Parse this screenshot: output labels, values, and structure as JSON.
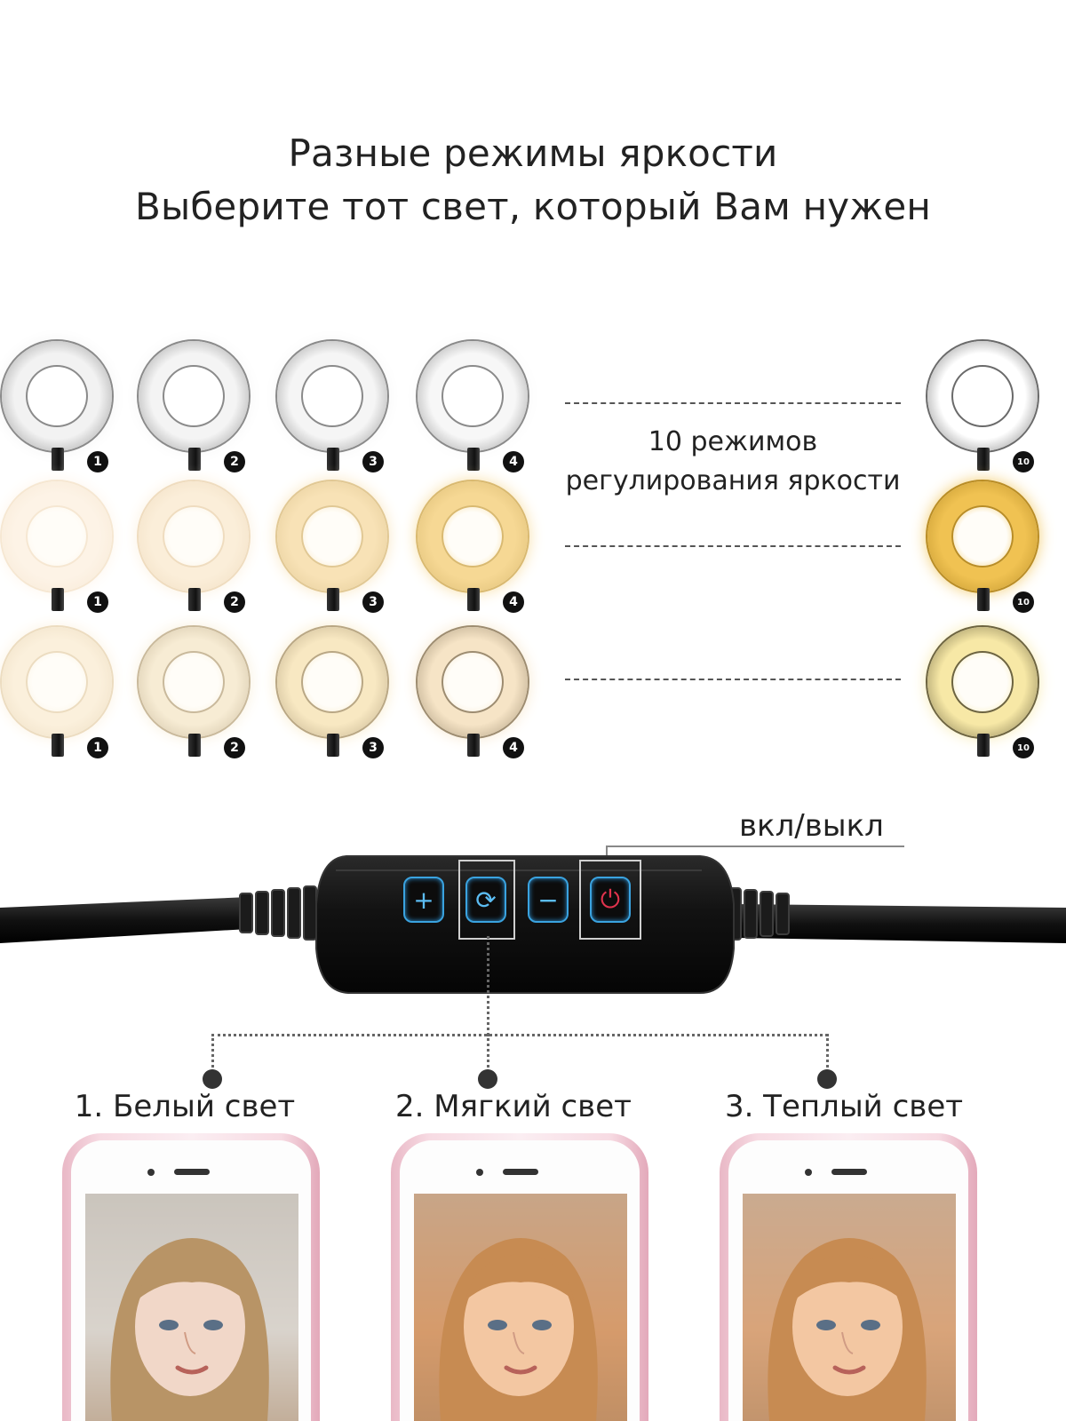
{
  "header": {
    "line1": "Разные режимы яркости",
    "line2": "Выберите тот свет, который Вам нужен"
  },
  "brightness_modes": {
    "text_line1": "10 режимов",
    "text_line2": "регулирования яркости",
    "rows": [
      {
        "name": "white",
        "rings": [
          {
            "label": "1",
            "color": "#f2f2f2",
            "edge": "#8a8a8a"
          },
          {
            "label": "2",
            "color": "#f4f4f4",
            "edge": "#8a8a8a"
          },
          {
            "label": "3",
            "color": "#f5f5f5",
            "edge": "#8a8a8a"
          },
          {
            "label": "4",
            "color": "#f7f7f7",
            "edge": "#8a8a8a"
          },
          {
            "label": "10",
            "color": "#ffffff",
            "edge": "#6a6a6a"
          }
        ]
      },
      {
        "name": "warm",
        "rings": [
          {
            "label": "1",
            "color": "#fdf3e6",
            "edge": "#f6e7d2"
          },
          {
            "label": "2",
            "color": "#fbeed9",
            "edge": "#efdcbf"
          },
          {
            "label": "3",
            "color": "#f8e2b6",
            "edge": "#e1c894"
          },
          {
            "label": "4",
            "color": "#f6d894",
            "edge": "#d9b970"
          },
          {
            "label": "10",
            "color": "#f0c252",
            "edge": "#b98d26"
          }
        ]
      },
      {
        "name": "soft",
        "rings": [
          {
            "label": "1",
            "color": "#fbf0dc",
            "edge": "#ecdcc0"
          },
          {
            "label": "2",
            "color": "#f7ecd4",
            "edge": "#c9b99b"
          },
          {
            "label": "3",
            "color": "#f8e8c2",
            "edge": "#b9a784"
          },
          {
            "label": "4",
            "color": "#f6e4c6",
            "edge": "#9d8c70"
          },
          {
            "label": "10",
            "color": "#f7e8a6",
            "edge": "#6d6440"
          }
        ]
      }
    ]
  },
  "controller": {
    "power_label": "вкл/выкл",
    "buttons": [
      {
        "name": "plus",
        "glyph": "+",
        "color": "#5bbcf2"
      },
      {
        "name": "mode-switch",
        "glyph": "⟳",
        "color": "#5bbcf2"
      },
      {
        "name": "minus",
        "glyph": "−",
        "color": "#5bbcf2"
      },
      {
        "name": "power",
        "glyph": "⏻",
        "color": "#e0334d"
      }
    ]
  },
  "light_types": [
    {
      "label": "1. Белый свет",
      "tint": "#d9d3cc"
    },
    {
      "label": "2. Мягкий свет",
      "tint": "#d69b6c"
    },
    {
      "label": "3. Теплый свет",
      "tint": "#d8a47a"
    }
  ]
}
